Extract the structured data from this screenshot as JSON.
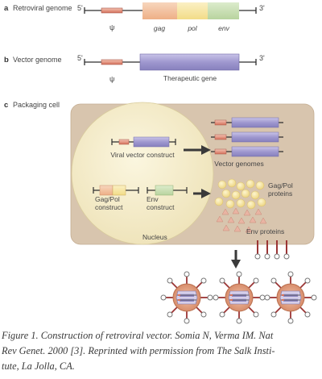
{
  "panels": {
    "a": {
      "letter": "a",
      "title": "Retroviral genome",
      "ltr5": "5'",
      "ltr3": "3'",
      "psi": "ψ",
      "genes": [
        "gag",
        "pol",
        "env"
      ]
    },
    "b": {
      "letter": "b",
      "title": "Vector genome",
      "ltr5": "5'",
      "ltr3": "3'",
      "psi": "ψ",
      "gene": "Therapeutic gene"
    },
    "c": {
      "letter": "c",
      "title": "Packaging cell",
      "viral_vector_construct": "Viral vector construct",
      "vector_genomes": "Vector genomes",
      "gag_pol_construct": [
        "Gag/Pol",
        "construct"
      ],
      "env_construct": [
        "Env",
        "construct"
      ],
      "gag_pol_proteins": [
        "Gag/Pol",
        "proteins"
      ],
      "nucleus": "Nucleus",
      "env_proteins": "Env proteins"
    }
  },
  "caption": {
    "line1": "Figure 1. Construction of retroviral vector. Somia N, Verma IM. Nat",
    "line2": "Rev Genet. 2000 [3]. Reprinted with permission from The Salk Insti-",
    "line3": "tute, La Jolla, CA."
  },
  "colors": {
    "cell": "#d7c3ab",
    "nucleus": "#f5eecd",
    "gag": "#f1bf9a",
    "pol": "#f6e6a3",
    "env": "#c7dcb2",
    "therapeutic": "#a29bd0",
    "ltr": "#d9745d",
    "proteins": "#f6e4a0",
    "triangles": "#e7b0a0",
    "spikes": "#a23a3a",
    "arrow": "#3a3a3a"
  }
}
